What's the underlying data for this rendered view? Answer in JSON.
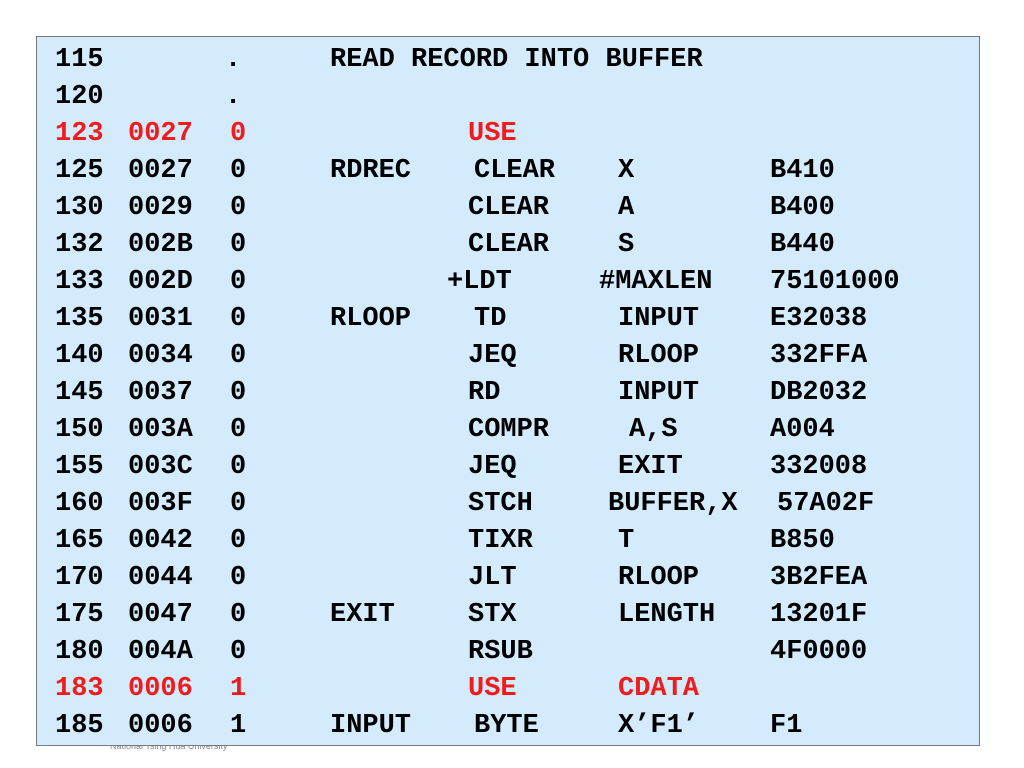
{
  "footer": {
    "text": "National Tsing Hua University"
  },
  "listing": {
    "lines": [
      {
        "line": "115",
        "loc": "",
        "block": "",
        "label": ".",
        "opcode": "",
        "operand": "",
        "object": "",
        "comment": "READ RECORD INTO BUFFER",
        "highlight": false
      },
      {
        "line": "120",
        "loc": "",
        "block": "",
        "label": ".",
        "opcode": "",
        "operand": "",
        "object": "",
        "comment": "",
        "highlight": false
      },
      {
        "line": "123",
        "loc": "0027",
        "block": "0",
        "label": "",
        "opcode": "USE",
        "operand": "",
        "object": "",
        "comment": "",
        "highlight": true
      },
      {
        "line": "125",
        "loc": "0027",
        "block": "0",
        "label": "RDREC",
        "opcode": "CLEAR",
        "operand": "X",
        "object": "B410",
        "comment": "",
        "highlight": false
      },
      {
        "line": "130",
        "loc": "0029",
        "block": "0",
        "label": "",
        "opcode": "CLEAR",
        "operand": "A",
        "object": "B400",
        "comment": "",
        "highlight": false
      },
      {
        "line": "132",
        "loc": "002B",
        "block": "0",
        "label": "",
        "opcode": "CLEAR",
        "operand": "S",
        "object": "B440",
        "comment": "",
        "highlight": false
      },
      {
        "line": "133",
        "loc": "002D",
        "block": "0",
        "label": "",
        "opcode": "+LDT",
        "operand": "#MAXLEN",
        "object": "75101000",
        "comment": "",
        "highlight": false
      },
      {
        "line": "135",
        "loc": "0031",
        "block": "0",
        "label": "RLOOP",
        "opcode": "TD",
        "operand": "INPUT",
        "object": "E32038",
        "comment": "",
        "highlight": false
      },
      {
        "line": "140",
        "loc": "0034",
        "block": "0",
        "label": "",
        "opcode": "JEQ",
        "operand": "RLOOP",
        "object": "332FFA",
        "comment": "",
        "highlight": false
      },
      {
        "line": "145",
        "loc": "0037",
        "block": "0",
        "label": "",
        "opcode": "RD",
        "operand": "INPUT",
        "object": "DB2032",
        "comment": "",
        "highlight": false
      },
      {
        "line": "150",
        "loc": "003A",
        "block": "0",
        "label": "",
        "opcode": "COMPR",
        "operand": "A,S",
        "object": "A004",
        "comment": "",
        "highlight": false
      },
      {
        "line": "155",
        "loc": "003C",
        "block": "0",
        "label": "",
        "opcode": "JEQ",
        "operand": "EXIT",
        "object": "332008",
        "comment": "",
        "highlight": false
      },
      {
        "line": "160",
        "loc": "003F",
        "block": "0",
        "label": "",
        "opcode": "STCH",
        "operand": "BUFFER,X",
        "object": "57A02F",
        "comment": "",
        "highlight": false
      },
      {
        "line": "165",
        "loc": "0042",
        "block": "0",
        "label": "",
        "opcode": "TIXR",
        "operand": "T",
        "object": "B850",
        "comment": "",
        "highlight": false
      },
      {
        "line": "170",
        "loc": "0044",
        "block": "0",
        "label": "",
        "opcode": "JLT",
        "operand": "RLOOP",
        "object": "3B2FEA",
        "comment": "",
        "highlight": false
      },
      {
        "line": "175",
        "loc": "0047",
        "block": "0",
        "label": "EXIT",
        "opcode": "STX",
        "operand": "LENGTH",
        "object": "13201F",
        "comment": "",
        "highlight": false
      },
      {
        "line": "180",
        "loc": "004A",
        "block": "0",
        "label": "",
        "opcode": "RSUB",
        "operand": "",
        "object": "4F0000",
        "comment": "",
        "highlight": false
      },
      {
        "line": "183",
        "loc": "0006",
        "block": "1",
        "label": "",
        "opcode": "USE",
        "operand": "CDATA",
        "object": "",
        "comment": "",
        "highlight": true
      },
      {
        "line": "185",
        "loc": "0006",
        "block": "1",
        "label": "INPUT",
        "opcode": "BYTE",
        "operand": "X’F1’",
        "object": "F1",
        "comment": "",
        "highlight": false
      }
    ]
  }
}
